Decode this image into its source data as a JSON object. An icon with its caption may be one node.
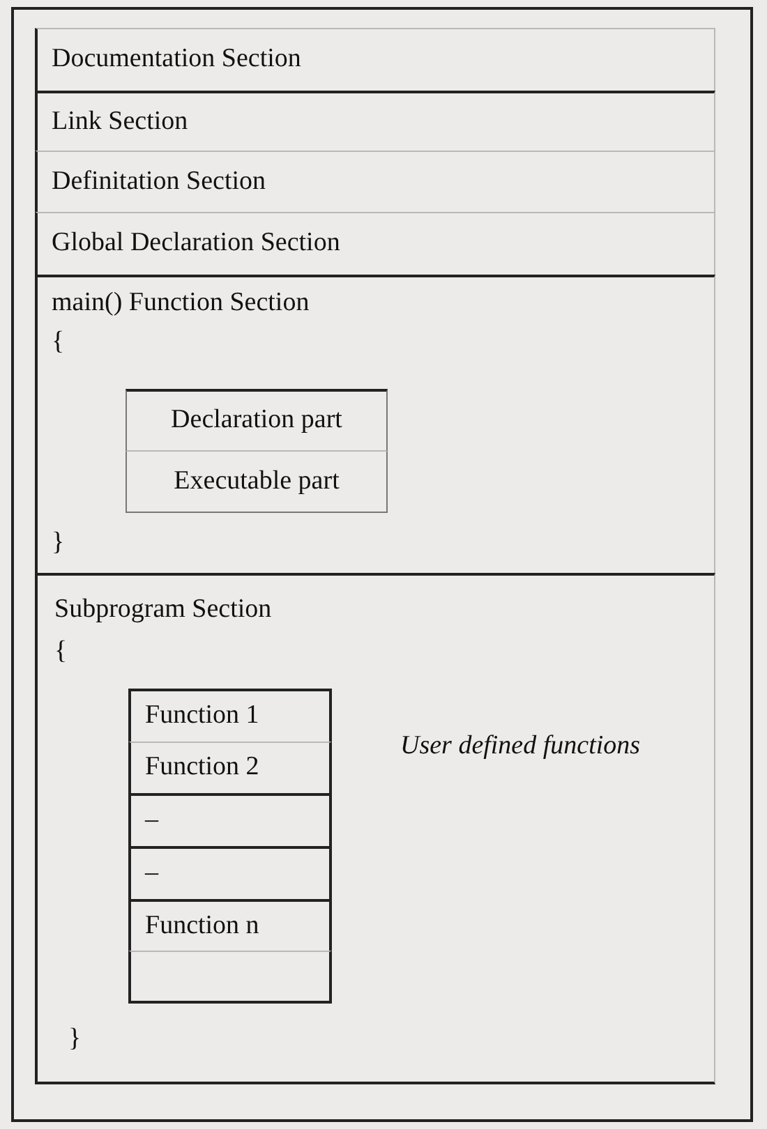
{
  "diagram": {
    "nodes": [
      {
        "text": [
          "Documentation Section"
        ]
      },
      {
        "text": [
          "Link Section"
        ]
      },
      {
        "text": [
          "Definitation Section"
        ]
      },
      {
        "text": [
          "Global Declaration Section"
        ]
      },
      {
        "text": [
          "main() Function Section",
          "{",
          "}"
        ]
      },
      {
        "text": [
          "Declaration part"
        ],
        "in": 4
      },
      {
        "text": [
          "Executable part"
        ],
        "in": 4
      },
      {
        "text": [
          "Subprogram Section",
          "{",
          "User defined functions",
          "}"
        ]
      },
      {
        "text": [
          "Function 1"
        ],
        "in": 7
      },
      {
        "text": [
          "Function 2"
        ],
        "in": 7
      },
      {
        "text": [
          "–"
        ],
        "in": 7
      },
      {
        "text": [
          "–"
        ],
        "in": 7
      },
      {
        "text": [
          "Function n"
        ],
        "in": 7
      },
      {
        "text": [],
        "shape": "box",
        "in": 7
      }
    ]
  }
}
